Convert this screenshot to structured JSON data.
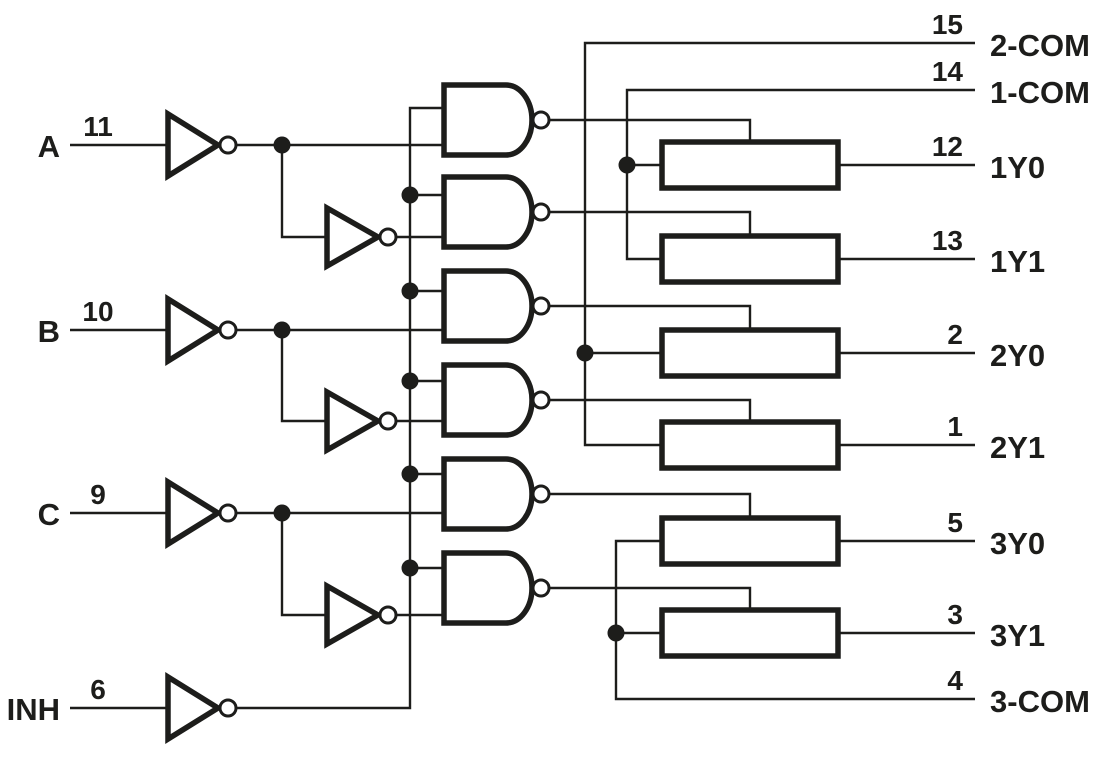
{
  "colors": {
    "ink": "#1d1d1b",
    "paper": "#ffffff"
  },
  "inputs": [
    {
      "label": "A",
      "pin": "11"
    },
    {
      "label": "B",
      "pin": "10"
    },
    {
      "label": "C",
      "pin": "9"
    },
    {
      "label": "INH",
      "pin": "6"
    }
  ],
  "outputs": [
    {
      "pin": "15",
      "label": "2-COM"
    },
    {
      "pin": "14",
      "label": "1-COM"
    },
    {
      "pin": "12",
      "label": "1Y0"
    },
    {
      "pin": "13",
      "label": "1Y1"
    },
    {
      "pin": "2",
      "label": "2Y0"
    },
    {
      "pin": "1",
      "label": "2Y1"
    },
    {
      "pin": "5",
      "label": "3Y0"
    },
    {
      "pin": "3",
      "label": "3Y1"
    },
    {
      "pin": "4",
      "label": "3-COM"
    }
  ]
}
